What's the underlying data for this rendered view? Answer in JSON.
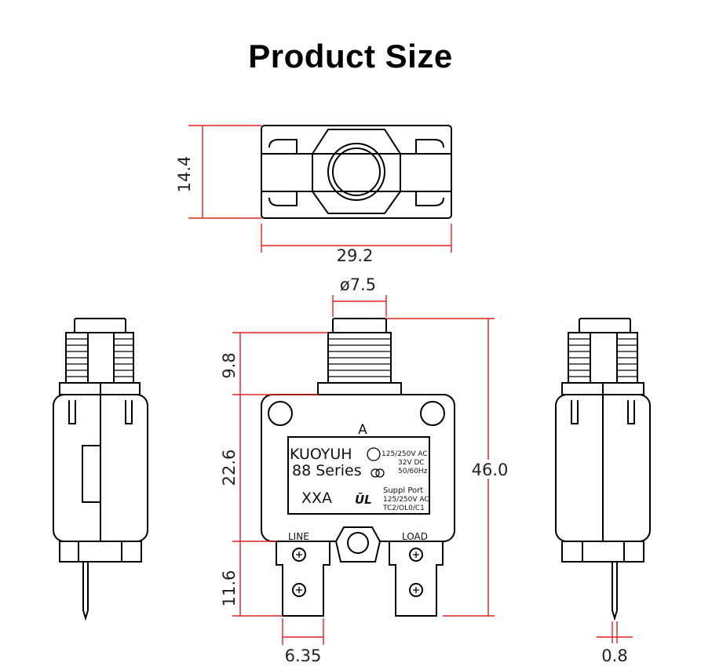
{
  "title": "Product Size",
  "dimensions": {
    "height_top": "14.4",
    "width_top": "29.2",
    "button_diameter": "ø7.5",
    "button_height": "9.8",
    "body_height": "22.6",
    "total_height": "46.0",
    "terminal_height": "11.6",
    "terminal_width": "6.35",
    "terminal_thickness": "0.8"
  },
  "label": {
    "mark": "A",
    "brand": "KUOYUH",
    "series": "88 Series",
    "rating_1": "125/250V AC",
    "rating_2": "32V DC",
    "rating_3": "50/60Hz",
    "model": "XXA",
    "supp_1": "Suppl Port",
    "supp_2": "125/250V AC",
    "supp_3": "TC2/OL0/C1",
    "line": "LINE",
    "load": "LOAD"
  },
  "colors": {
    "dimension_line": "#e02020",
    "outline": "#000000"
  }
}
